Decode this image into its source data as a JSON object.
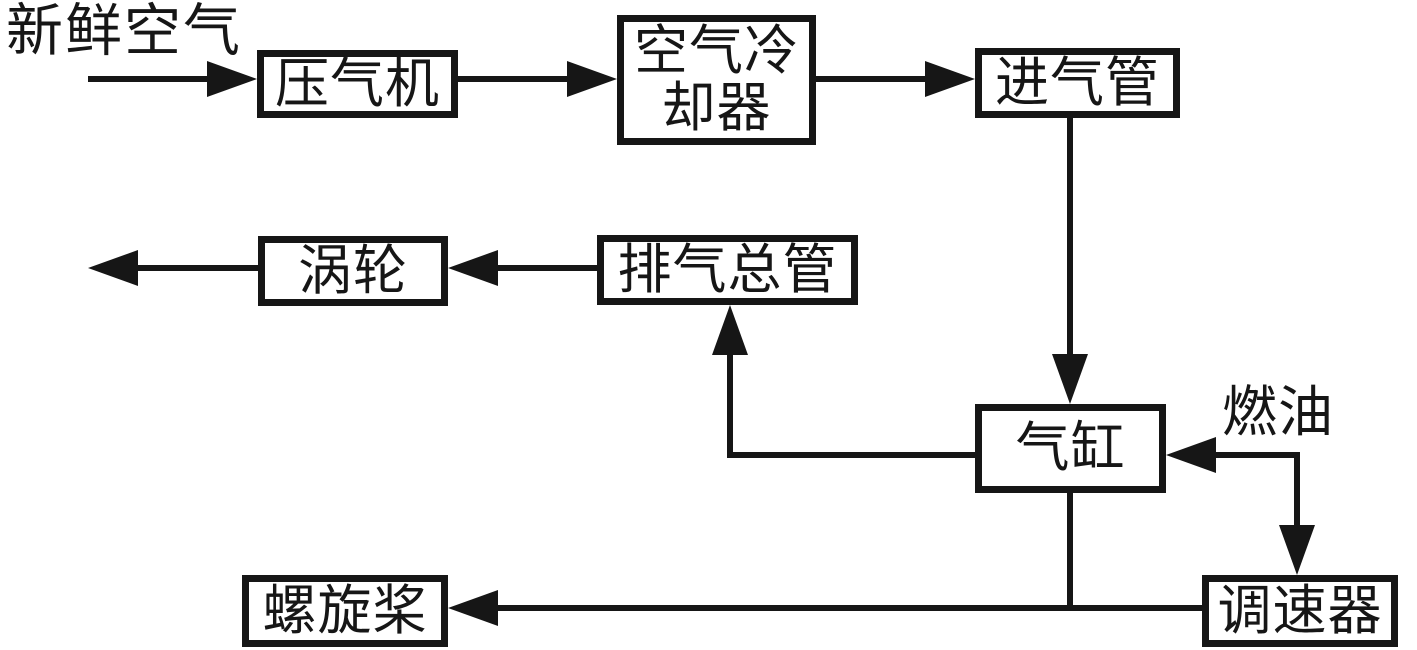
{
  "diagram": {
    "type": "flowchart",
    "background_color": "#ffffff",
    "ink_color": "#161616",
    "nodes": [
      {
        "id": "compressor",
        "label": "压气机"
      },
      {
        "id": "air-cooler",
        "label": "空气冷却器"
      },
      {
        "id": "intake-pipe",
        "label": "进气管"
      },
      {
        "id": "turbine",
        "label": "涡轮"
      },
      {
        "id": "exhaust-manifold",
        "label": "排气总管"
      },
      {
        "id": "cylinder",
        "label": "气缸"
      },
      {
        "id": "propeller",
        "label": "螺旋桨"
      },
      {
        "id": "governor",
        "label": "调速器"
      }
    ],
    "external_labels": {
      "fresh_air": "新鲜空气",
      "fuel": "燃油"
    },
    "edges": [
      {
        "from": "fresh-air-inlet",
        "to": "compressor",
        "style": "arrow-right"
      },
      {
        "from": "compressor",
        "to": "air-cooler",
        "style": "arrow-right"
      },
      {
        "from": "air-cooler",
        "to": "intake-pipe",
        "style": "arrow-right"
      },
      {
        "from": "intake-pipe",
        "to": "cylinder",
        "style": "arrow-down"
      },
      {
        "from": "fuel-inlet",
        "to": "cylinder",
        "style": "arrow-left"
      },
      {
        "from": "fuel-inlet",
        "to": "governor",
        "style": "arrow-down"
      },
      {
        "from": "cylinder",
        "to": "exhaust-manifold",
        "style": "left-then-up-arrow"
      },
      {
        "from": "exhaust-manifold",
        "to": "turbine",
        "style": "arrow-left"
      },
      {
        "from": "turbine",
        "to": "exhaust-outlet",
        "style": "arrow-left"
      },
      {
        "from": "cylinder",
        "to": "propeller",
        "style": "down-then-left-arrow"
      },
      {
        "from": "governor",
        "to": "propeller",
        "style": "arrow-left"
      }
    ]
  }
}
